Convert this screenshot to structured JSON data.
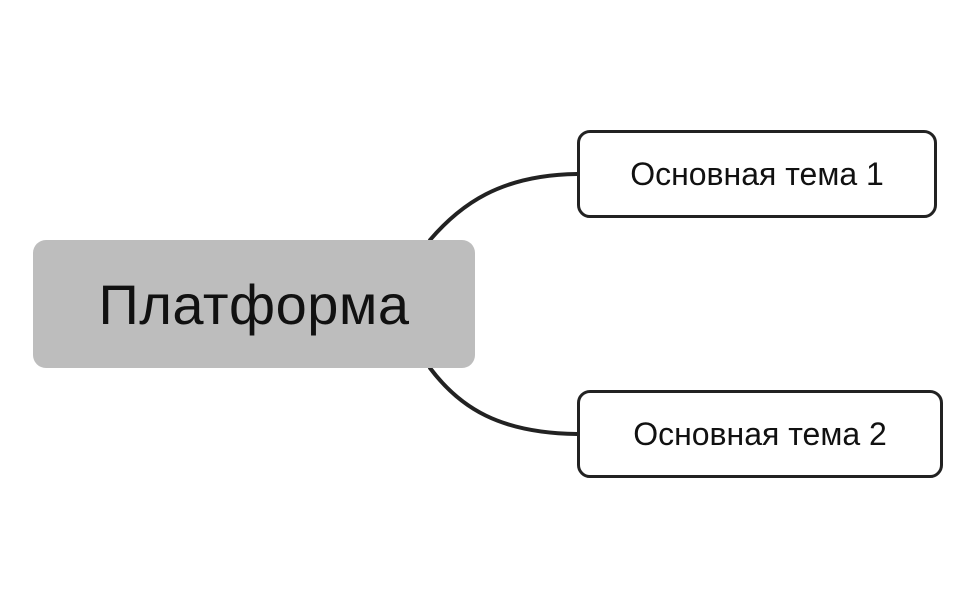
{
  "diagram": {
    "type": "mind-map",
    "central_topic": {
      "label": "Платформа",
      "fill_color": "#bdbdbd"
    },
    "main_topics": [
      {
        "label": "Основная тема 1"
      },
      {
        "label": "Основная тема 2"
      }
    ],
    "connector_color": "#222222"
  }
}
